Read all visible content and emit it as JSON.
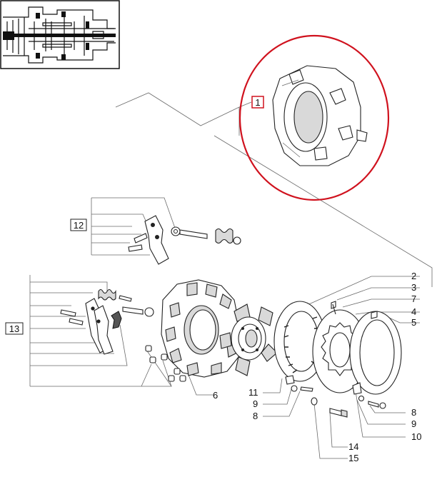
{
  "diagram": {
    "highlight_color": "#d0121e",
    "callouts": [
      {
        "id": "c1",
        "text": "1",
        "boxed": true
      },
      {
        "id": "c12",
        "text": "12",
        "boxed": true
      },
      {
        "id": "c13",
        "text": "13",
        "boxed": true
      },
      {
        "id": "c2",
        "text": "2"
      },
      {
        "id": "c3",
        "text": "3"
      },
      {
        "id": "c7",
        "text": "7"
      },
      {
        "id": "c4",
        "text": "4"
      },
      {
        "id": "c5",
        "text": "5"
      },
      {
        "id": "c6",
        "text": "6"
      },
      {
        "id": "c11",
        "text": "11"
      },
      {
        "id": "c9a",
        "text": "9"
      },
      {
        "id": "c8a",
        "text": "8"
      },
      {
        "id": "c8b",
        "text": "8"
      },
      {
        "id": "c9b",
        "text": "9"
      },
      {
        "id": "c10",
        "text": "10"
      },
      {
        "id": "c14",
        "text": "14"
      },
      {
        "id": "c15",
        "text": "15"
      }
    ]
  }
}
